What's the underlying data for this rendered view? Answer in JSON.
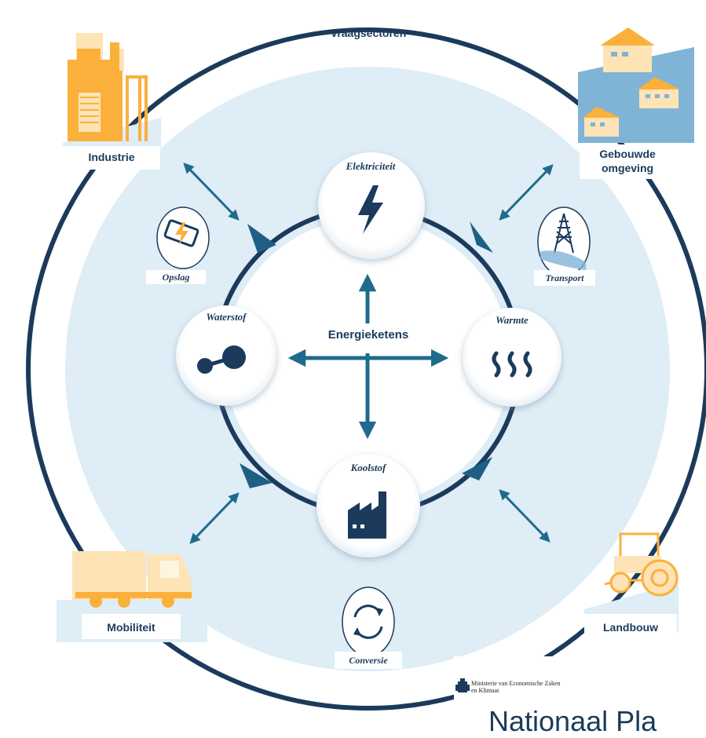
{
  "outer_title": "Vraagsectoren",
  "center_title": "Energieketens",
  "sectors": {
    "industrie": "Industrie",
    "gebouwde_1": "Gebouwde",
    "gebouwde_2": "omgeving",
    "mobiliteit": "Mobiliteit",
    "landbouw": "Landbouw"
  },
  "chains": {
    "elektriciteit": "Elektriciteit",
    "warmte": "Warmte",
    "koolstof": "Koolstof",
    "waterstof": "Waterstof"
  },
  "functions": {
    "opslag": "Opslag",
    "transport": "Transport",
    "conversie": "Conversie"
  },
  "logo": {
    "line1": "Ministerie van Economische Zaken",
    "line2": "en Klimaat"
  },
  "footer_title": "Nationaal Pla",
  "colors": {
    "navy": "#1b3a5c",
    "teal": "#1f6b8e",
    "light_blue": "#deedf6",
    "orange": "#fbb03b",
    "light_orange": "#fde3b5"
  }
}
